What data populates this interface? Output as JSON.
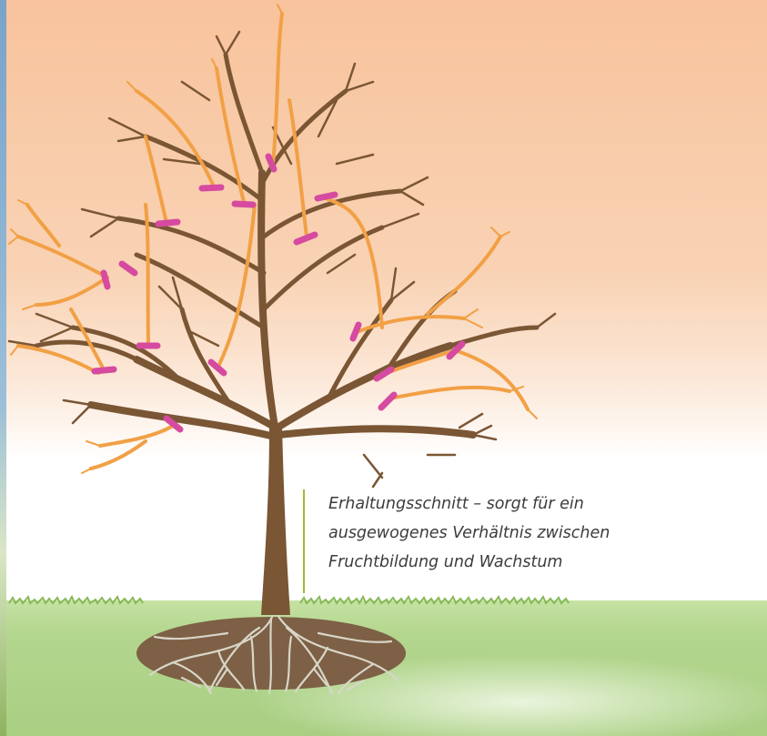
{
  "caption": {
    "lines": [
      "Erhaltungsschnitt – sorgt für ein",
      "ausgewogenes Verhältnis zwischen",
      "Fruchtbildung und Wachstum"
    ]
  },
  "colors": {
    "sky_top": "#f8c9a2",
    "sky_bottom": "#ffffff",
    "grass": "#a9cf82",
    "trunk": "#7a5634",
    "cut_branches": "#f2a045",
    "cut_marks": "#d64aa0",
    "caption_rule": "#9cbc34"
  },
  "illustration": {
    "subject": "tree-pruning-illustration",
    "icons": [
      "tree-icon",
      "roots-icon",
      "grass-icon"
    ]
  }
}
